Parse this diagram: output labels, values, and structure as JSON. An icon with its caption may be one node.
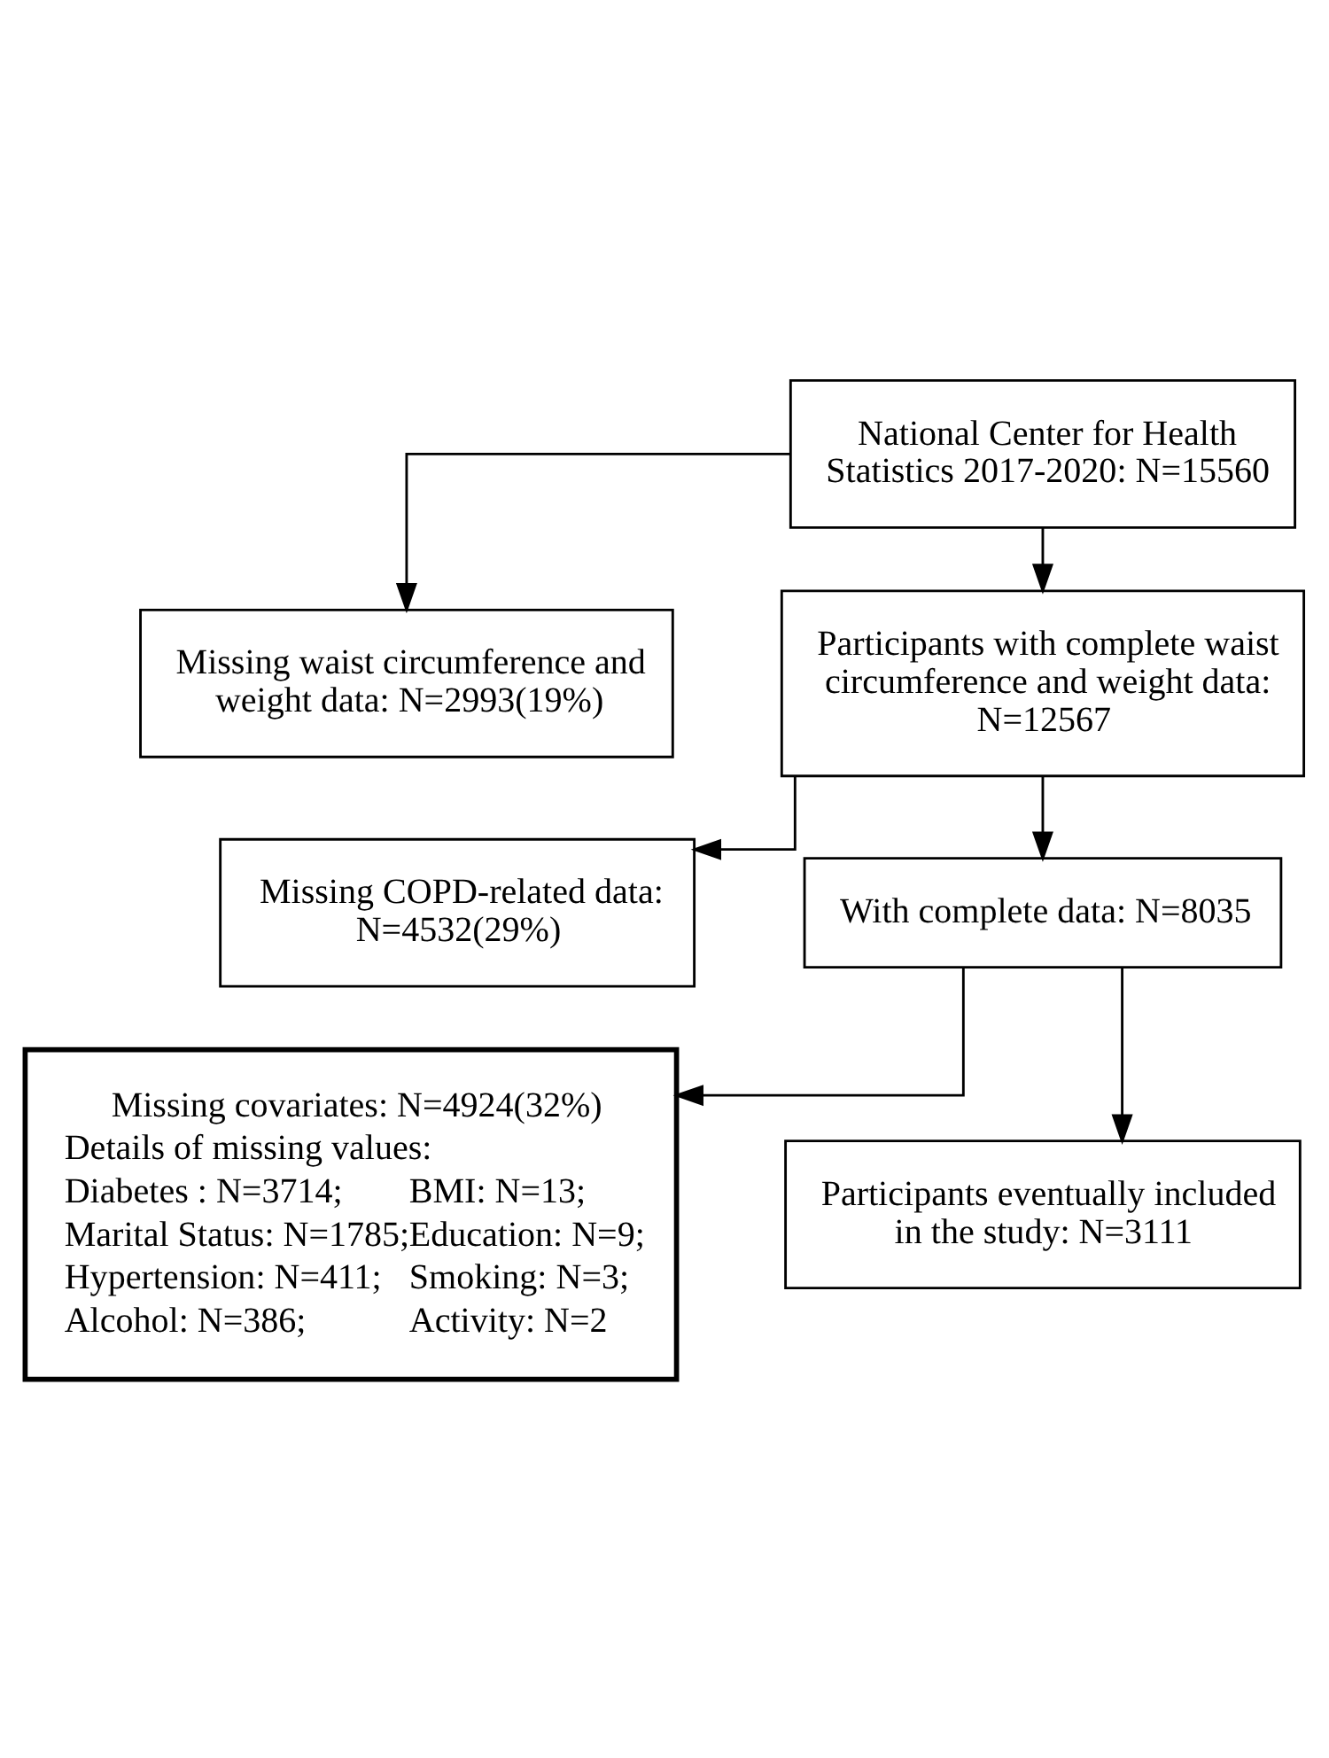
{
  "diagram": {
    "nodes": [
      {
        "text": [
          "National Center for Health Statistics 2017-2020: N=15560"
        ]
      },
      {
        "text": [
          "Missing waist circumference and weight data: N=2993(19%)"
        ]
      },
      {
        "text": [
          "Participants with complete waist circumference and weight data: N=12567"
        ]
      },
      {
        "text": [
          "Missing COPD-related data: N=4532(29%)"
        ]
      },
      {
        "text": [
          "With complete data: N=8035"
        ]
      },
      {
        "text": [
          "Missing covariates: N=4924(32%)",
          "Details of missing values:",
          "Diabetes : N=3714;",
          "BMI: N=13;",
          "Marital Status: N=1785;",
          "Education: N=9;",
          "Hypertension: N=411;",
          "Smoking: N=3;",
          "Alcohol: N=386;",
          "Activity: N=2"
        ]
      },
      {
        "text": [
          "Participants eventually included in the study: N=3111"
        ]
      }
    ],
    "edges": [
      {
        "from": 0,
        "to": 1,
        "arrow": "to"
      },
      {
        "from": 0,
        "to": 2,
        "arrow": "to"
      },
      {
        "from": 2,
        "to": 3,
        "arrow": "to"
      },
      {
        "from": 2,
        "to": 4,
        "arrow": "to"
      },
      {
        "from": 4,
        "to": 5,
        "arrow": "to"
      },
      {
        "from": 4,
        "to": 6,
        "arrow": "to"
      }
    ]
  }
}
